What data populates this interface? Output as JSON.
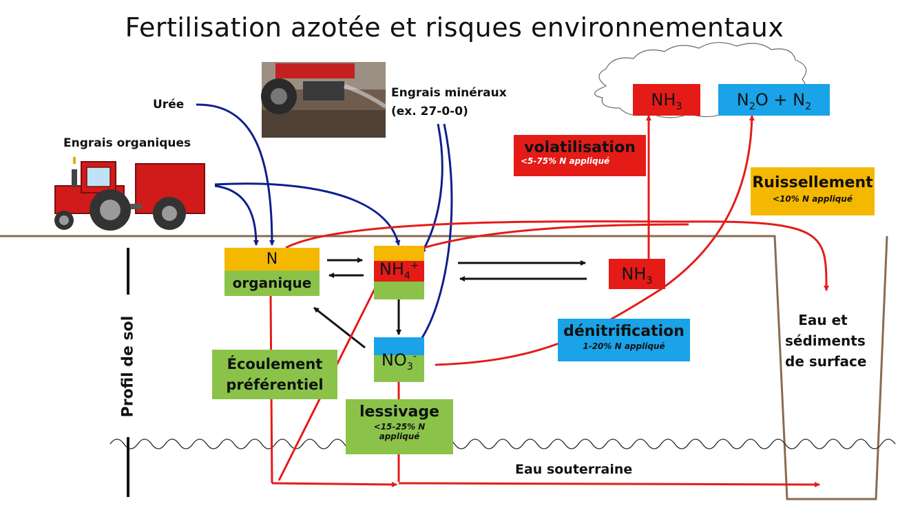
{
  "title": "Fertilisation azotée et risques environnementaux",
  "labels": {
    "uree": "Urée",
    "engrais_organiques": "Engrais organiques",
    "engrais_mineraux_1": "Engrais minéraux",
    "engrais_mineraux_2": "(ex. 27-0-0)",
    "profil_de_sol": "Profil de sol",
    "eau_souterraine": "Eau souterraine",
    "eau_surface_1": "Eau et",
    "eau_surface_2": "sédiments",
    "eau_surface_3": "de surface"
  },
  "nodes": {
    "n_organique_top": "N",
    "n_organique_bottom": "organique",
    "nh4": "NH",
    "nh4_sub": "4",
    "nh4_sup": "+",
    "no3": "NO",
    "no3_sub": "3",
    "no3_sup": "-",
    "nh3_soil": "NH",
    "nh3_soil_sub": "3",
    "nh3_air": "NH",
    "nh3_air_sub": "3",
    "n2o_a": "N",
    "n2o_a_sub": "2",
    "n2o_b": "O + N",
    "n2o_b_sub": "2"
  },
  "processes": {
    "volatilisation": {
      "label": "volatilisation",
      "detail": "<5-75% N appliqué"
    },
    "ruissellement": {
      "label": "Ruissellement",
      "detail": "<10% N appliqué"
    },
    "denitrification": {
      "label": "dénitrification",
      "detail": "1-20% N appliqué"
    },
    "lessivage": {
      "label": "lessivage",
      "detail_1": "<15-25% N",
      "detail_2": "appliqué"
    },
    "ecoulement_1": "Écoulement",
    "ecoulement_2": "préférentiel"
  },
  "colors": {
    "orange": "#f5b800",
    "green": "#8bc34a",
    "red": "#e41b17",
    "blue": "#1aa3e8",
    "navy": "#0d1f8c",
    "soil": "#8b6a4e",
    "tractor": "#d11a1a"
  }
}
